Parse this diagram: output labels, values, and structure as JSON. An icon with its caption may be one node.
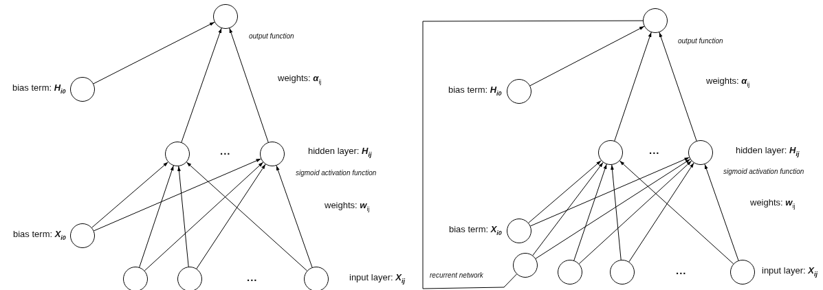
{
  "diagram": {
    "nodes": [
      {
        "text": [],
        "shape": "circle"
      },
      {
        "text": [],
        "shape": "circle"
      },
      {
        "text": [],
        "shape": "circle"
      },
      {
        "text": [],
        "shape": "circle"
      },
      {
        "text": [],
        "shape": "circle"
      },
      {
        "text": [],
        "shape": "circle"
      },
      {
        "text": [],
        "shape": "circle"
      },
      {
        "text": [],
        "shape": "circle"
      },
      {
        "text": [],
        "shape": "circle"
      },
      {
        "text": [],
        "shape": "circle"
      },
      {
        "text": [],
        "shape": "circle"
      },
      {
        "text": [],
        "shape": "circle"
      },
      {
        "text": [],
        "shape": "circle"
      },
      {
        "text": [],
        "shape": "circle"
      },
      {
        "text": [],
        "shape": "circle"
      },
      {
        "text": [],
        "shape": "circle"
      },
      {
        "text": [],
        "shape": "circle"
      }
    ],
    "edges": [
      {
        "from": 1,
        "to": 0,
        "arrow": "to"
      },
      {
        "from": 2,
        "to": 0,
        "arrow": "to"
      },
      {
        "from": 3,
        "to": 0,
        "arrow": "to"
      },
      {
        "from": 4,
        "to": 2,
        "arrow": "to"
      },
      {
        "from": 4,
        "to": 3,
        "arrow": "to"
      },
      {
        "from": 5,
        "to": 2,
        "arrow": "to"
      },
      {
        "from": 5,
        "to": 3,
        "arrow": "to"
      },
      {
        "from": 6,
        "to": 2,
        "arrow": "to"
      },
      {
        "from": 6,
        "to": 3,
        "arrow": "to"
      },
      {
        "from": 7,
        "to": 2,
        "arrow": "to"
      },
      {
        "from": 7,
        "to": 3,
        "arrow": "to"
      },
      {
        "from": 9,
        "to": 8,
        "arrow": "to"
      },
      {
        "from": 10,
        "to": 8,
        "arrow": "to"
      },
      {
        "from": 11,
        "to": 8,
        "arrow": "to"
      },
      {
        "from": 12,
        "to": 10,
        "arrow": "to"
      },
      {
        "from": 12,
        "to": 11,
        "arrow": "to"
      },
      {
        "from": 13,
        "to": 10,
        "arrow": "to"
      },
      {
        "from": 13,
        "to": 11,
        "arrow": "to"
      },
      {
        "from": 14,
        "to": 10,
        "arrow": "to"
      },
      {
        "from": 14,
        "to": 11,
        "arrow": "to"
      },
      {
        "from": 15,
        "to": 10,
        "arrow": "to"
      },
      {
        "from": 15,
        "to": 11,
        "arrow": "to"
      },
      {
        "from": 16,
        "to": 10,
        "arrow": "to"
      },
      {
        "from": 16,
        "to": 11,
        "arrow": "to"
      },
      {
        "from": 8,
        "to": 13,
        "arrow": "none"
      }
    ],
    "labels": [
      "output function",
      "weights: **α**$_{ij}$",
      "bias term: **H**$_{i0}$",
      "...",
      "hidden layer: **H**$_{ij}$",
      "sigmoid activation function",
      "weights: **w**$_{ij}$",
      "bias term: **X**$_{i0}$",
      "...",
      "input layer: **X**$_{ij}$",
      "output function",
      "weights: **α**$_{ij}$",
      "bias term: **H**$_{i0}$",
      "...",
      "hidden layer: **H**$_{ij}$",
      "sigmoid activation function",
      "weights: **w**$_{ij}$",
      "bias term: **X**$_{i0}$",
      "recurrent network",
      "...",
      "input layer: **X**$_{ij}$"
    ]
  }
}
